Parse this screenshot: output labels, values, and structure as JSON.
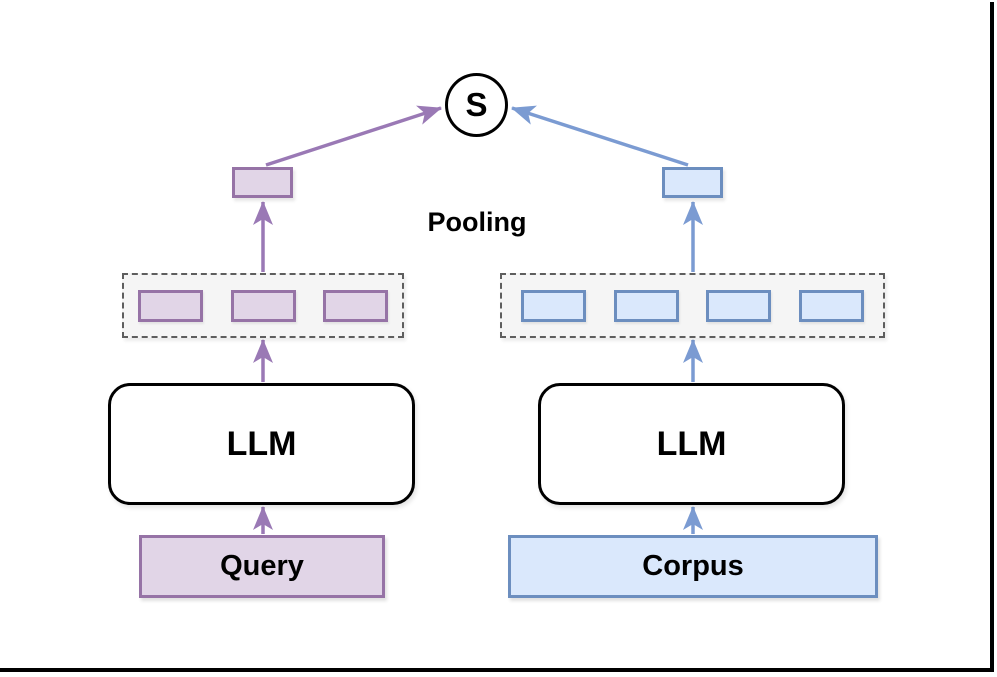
{
  "diagram": {
    "score_node": {
      "label": "S"
    },
    "pooling_label": "Pooling",
    "left_branch": {
      "input_label": "Query",
      "llm_label": "LLM",
      "token_count": 3,
      "colors": {
        "fill": "#e1d5e7",
        "stroke": "#9673a6",
        "arrow": "#9a79b5"
      }
    },
    "right_branch": {
      "input_label": "Corpus",
      "llm_label": "LLM",
      "token_count": 4,
      "colors": {
        "fill": "#dae8fc",
        "stroke": "#6c8ebf",
        "arrow": "#7b9bd2"
      }
    },
    "frame_color": "#000000"
  }
}
